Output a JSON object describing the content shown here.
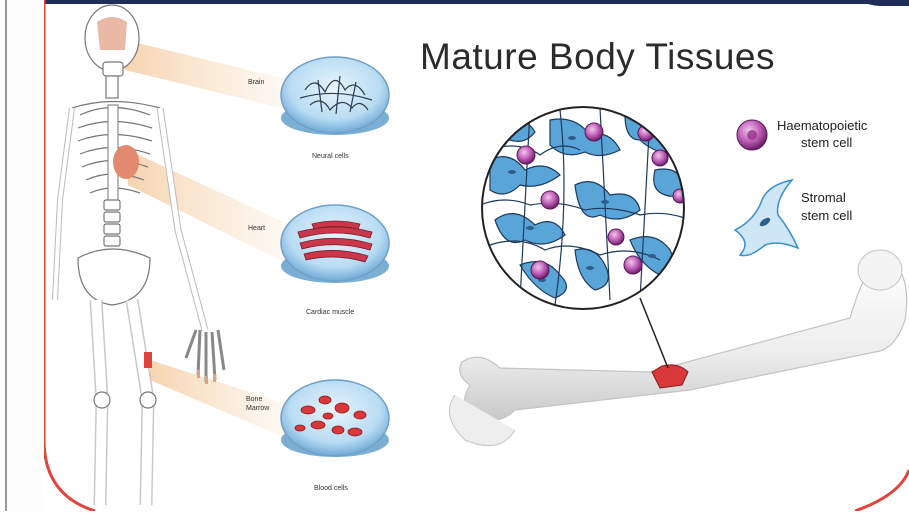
{
  "title": "Mature Body Tissues",
  "organ_labels": {
    "brain": "Brain",
    "heart": "Heart",
    "bone_marrow_line1": "Bone",
    "bone_marrow_line2": "Marrow"
  },
  "dish_labels": {
    "neural": "Neural cells",
    "cardiac": "Cardiac muscle",
    "blood": "Blood cells"
  },
  "legend": {
    "haematopoietic_line1": "Haematopoietic",
    "haematopoietic_line2": "stem cell",
    "stromal_line1": "Stromal",
    "stromal_line2": "stem cell"
  },
  "colors": {
    "frame_red": "#e0443c",
    "frame_navy": "#1f2d5a",
    "dish_blue": "#8fc4e8",
    "stromal_blue": "#3a8fc9",
    "haematopoietic_purple": "#a0409a",
    "tissue_red": "#d8383a"
  }
}
